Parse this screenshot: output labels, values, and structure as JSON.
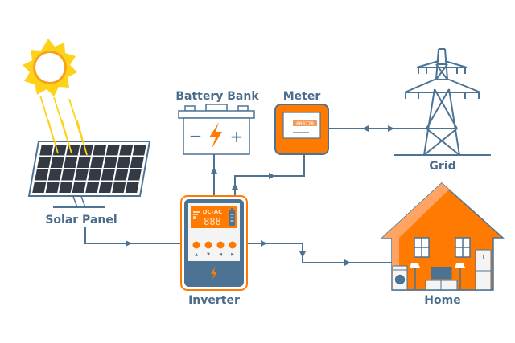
{
  "diagram": {
    "title": "Solar power system",
    "components": {
      "solar_panel": {
        "label": "Solar Panel"
      },
      "battery_bank": {
        "label": "Battery Bank",
        "minus": "−",
        "plus": "+"
      },
      "meter": {
        "label": "Meter",
        "reading": "000728"
      },
      "grid": {
        "label": "Grid"
      },
      "inverter": {
        "label": "Inverter",
        "display_title": "DC-AC",
        "display_value": "888",
        "buttons": [
          "▲",
          "▼",
          "◀",
          "▶"
        ]
      },
      "home": {
        "label": "Home"
      }
    },
    "connections": [
      {
        "from": "Solar Panel",
        "to": "Inverter"
      },
      {
        "from": "Inverter",
        "to": "Battery Bank"
      },
      {
        "from": "Inverter",
        "to": "Meter"
      },
      {
        "from": "Meter",
        "to": "Grid",
        "bidirectional": true
      },
      {
        "from": "Inverter",
        "to": "Home"
      }
    ],
    "colors": {
      "primary": "#4d7394",
      "accent": "#ff7a00",
      "sun": "#ffd21a",
      "panel_cell": "#333a44",
      "label": "#4a6d8c"
    }
  }
}
